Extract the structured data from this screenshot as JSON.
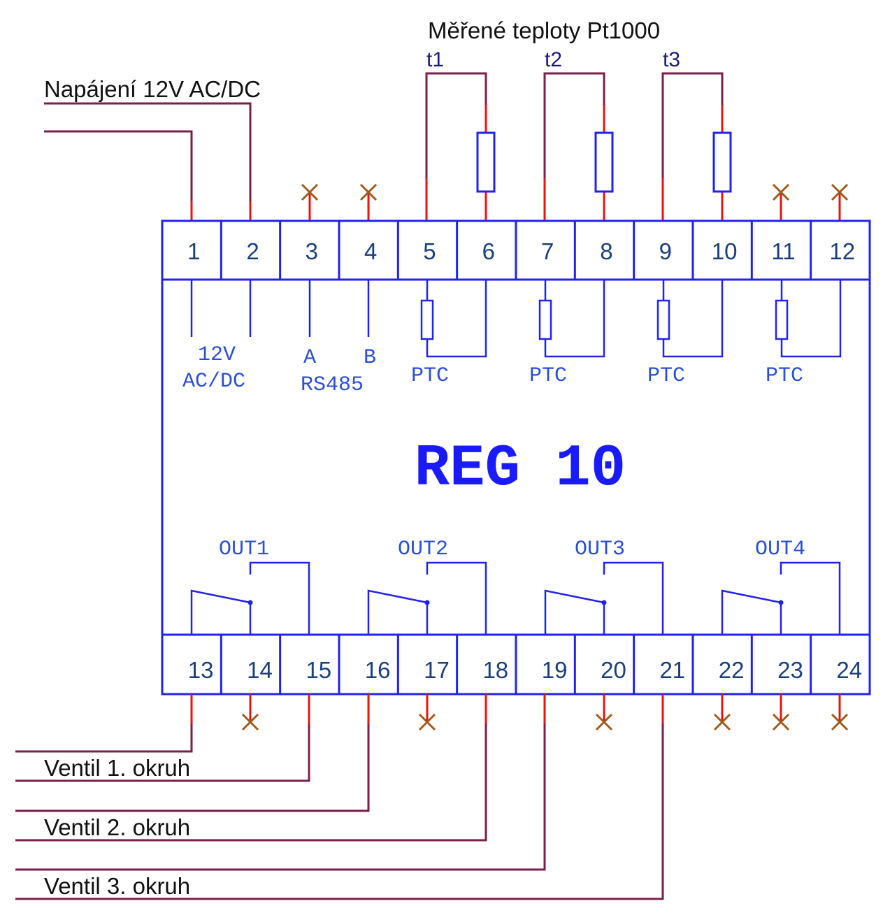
{
  "title": "REG 10",
  "header": {
    "measured_temps": "Měřené teploty Pt1000",
    "t_labels": [
      "t1",
      "t2",
      "t3"
    ],
    "power_label": "Napájení 12V AC/DC"
  },
  "terminals": {
    "top": [
      "1",
      "2",
      "3",
      "4",
      "5",
      "6",
      "7",
      "8",
      "9",
      "10",
      "11",
      "12"
    ],
    "bottom": [
      "13",
      "14",
      "15",
      "16",
      "17",
      "18",
      "19",
      "20",
      "21",
      "22",
      "23",
      "24"
    ]
  },
  "inner_labels": {
    "supply_top": "12V",
    "supply_bottom": "AC/DC",
    "bus_a": "A",
    "bus_b": "B",
    "bus_name": "RS485",
    "ptc": [
      "PTC",
      "PTC",
      "PTC",
      "PTC"
    ],
    "outputs": [
      "OUT1",
      "OUT2",
      "OUT3",
      "OUT4"
    ]
  },
  "valves": [
    "Ventil 1. okruh",
    "Ventil 2. okruh",
    "Ventil 3. okruh"
  ],
  "colors": {
    "outline": "#2222ee",
    "wire": "#7a1f4a",
    "lead": "#ee1111",
    "unused_mark": "#a05a1a",
    "title": "#1a1aff",
    "label_text": "#111111",
    "inner_text": "#2a4fd6"
  }
}
